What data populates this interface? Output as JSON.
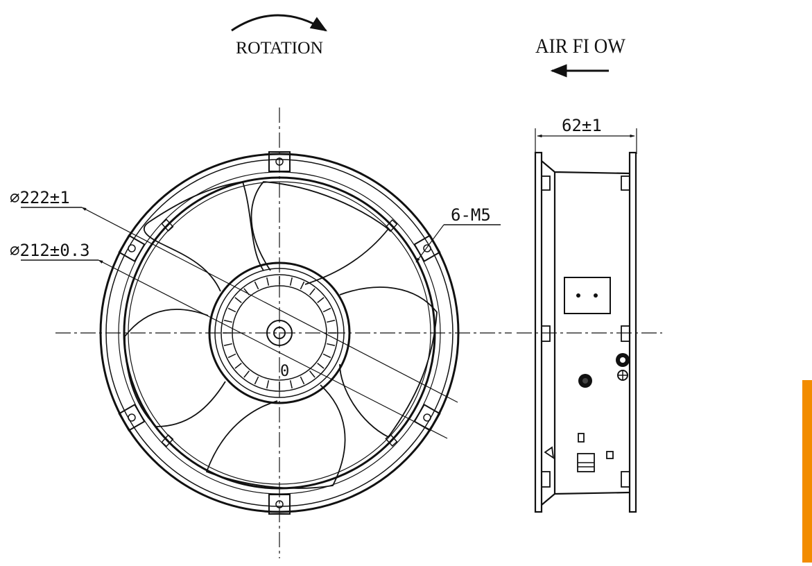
{
  "labels": {
    "rotation": "ROTATION",
    "airflow": "AIR FI OW",
    "outer_diameter": "⌀222±1",
    "inner_diameter": "⌀212±0.3",
    "mount_holes": "6-M5",
    "depth": "62±1",
    "hub_mark": "0"
  },
  "colors": {
    "line": "#111111",
    "accent_tab": "#f28c00",
    "background": "#ffffff"
  },
  "icons": {
    "rotation_arrow": "curved-arrow-clockwise",
    "airflow_arrow": "arrow-left"
  }
}
